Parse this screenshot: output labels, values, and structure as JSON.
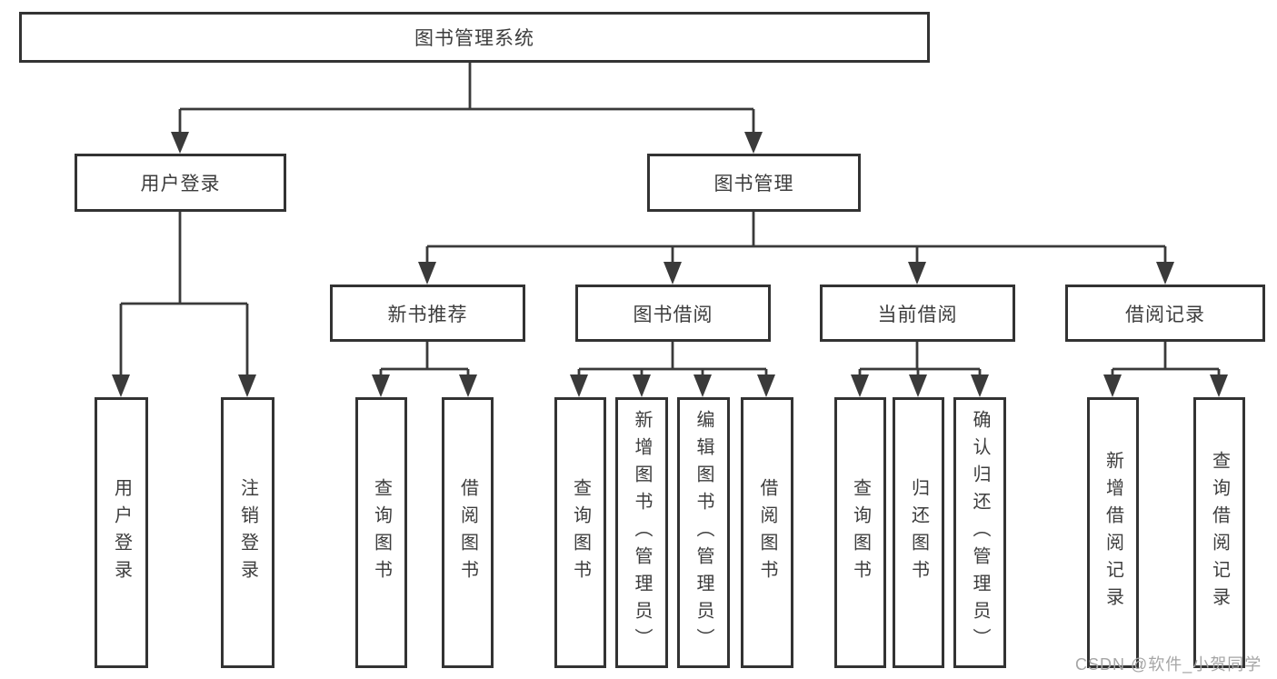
{
  "diagram": {
    "root": {
      "label": "图书管理系统"
    },
    "level2": [
      {
        "label": "用户登录"
      },
      {
        "label": "图书管理"
      }
    ],
    "level3": [
      {
        "label": "新书推荐"
      },
      {
        "label": "图书借阅"
      },
      {
        "label": "当前借阅"
      },
      {
        "label": "借阅记录"
      }
    ],
    "leaves": {
      "user_login": [
        {
          "label": "用户登录"
        },
        {
          "label": "注销登录"
        }
      ],
      "new_book": [
        {
          "label": "查询图书"
        },
        {
          "label": "借阅图书"
        }
      ],
      "book_borrow": [
        {
          "label": "查询图书"
        },
        {
          "label": "新增图书（管理员）"
        },
        {
          "label": "编辑图书（管理员）"
        },
        {
          "label": "借阅图书"
        }
      ],
      "current_borrow": [
        {
          "label": "查询图书"
        },
        {
          "label": "归还图书"
        },
        {
          "label": "确认归还（管理员）"
        }
      ],
      "borrow_records": [
        {
          "label": "新增借阅记录"
        },
        {
          "label": "查询借阅记录"
        }
      ]
    }
  },
  "watermark": {
    "text": "CSDN @软件_小贺同学"
  },
  "colors": {
    "line": "#3a3a3a",
    "border": "#333333",
    "text": "#3d3d3d",
    "background": "#ffffff",
    "watermark": "#a6a6a6"
  }
}
